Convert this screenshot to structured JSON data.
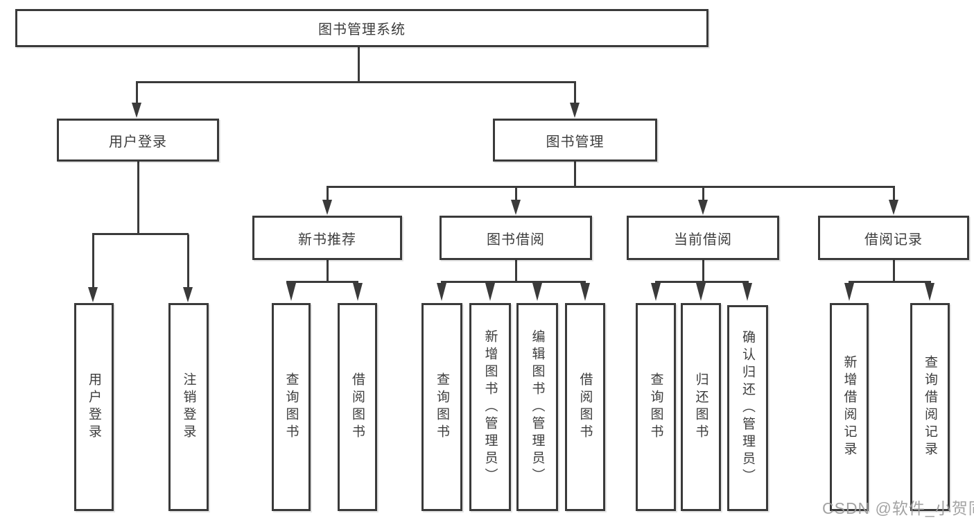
{
  "diagram": {
    "title": "图书管理系统",
    "level2": [
      "用户登录",
      "图书管理"
    ],
    "level3": [
      "新书推荐",
      "图书借阅",
      "当前借阅",
      "借阅记录"
    ],
    "leaves": {
      "user": [
        "用户登录",
        "注销登录"
      ],
      "recommend": [
        "查询图书",
        "借阅图书"
      ],
      "borrow": [
        "查询图书",
        "新增图书（管理员）",
        "编辑图书（管理员）",
        "借阅图书"
      ],
      "current": [
        "查询图书",
        "归还图书",
        "确认归还（管理员）"
      ],
      "records": [
        "新增借阅记录",
        "查询借阅记录"
      ]
    },
    "watermark": "CSDN @软件_小贺同学",
    "line_color": "#3a3a3a"
  }
}
